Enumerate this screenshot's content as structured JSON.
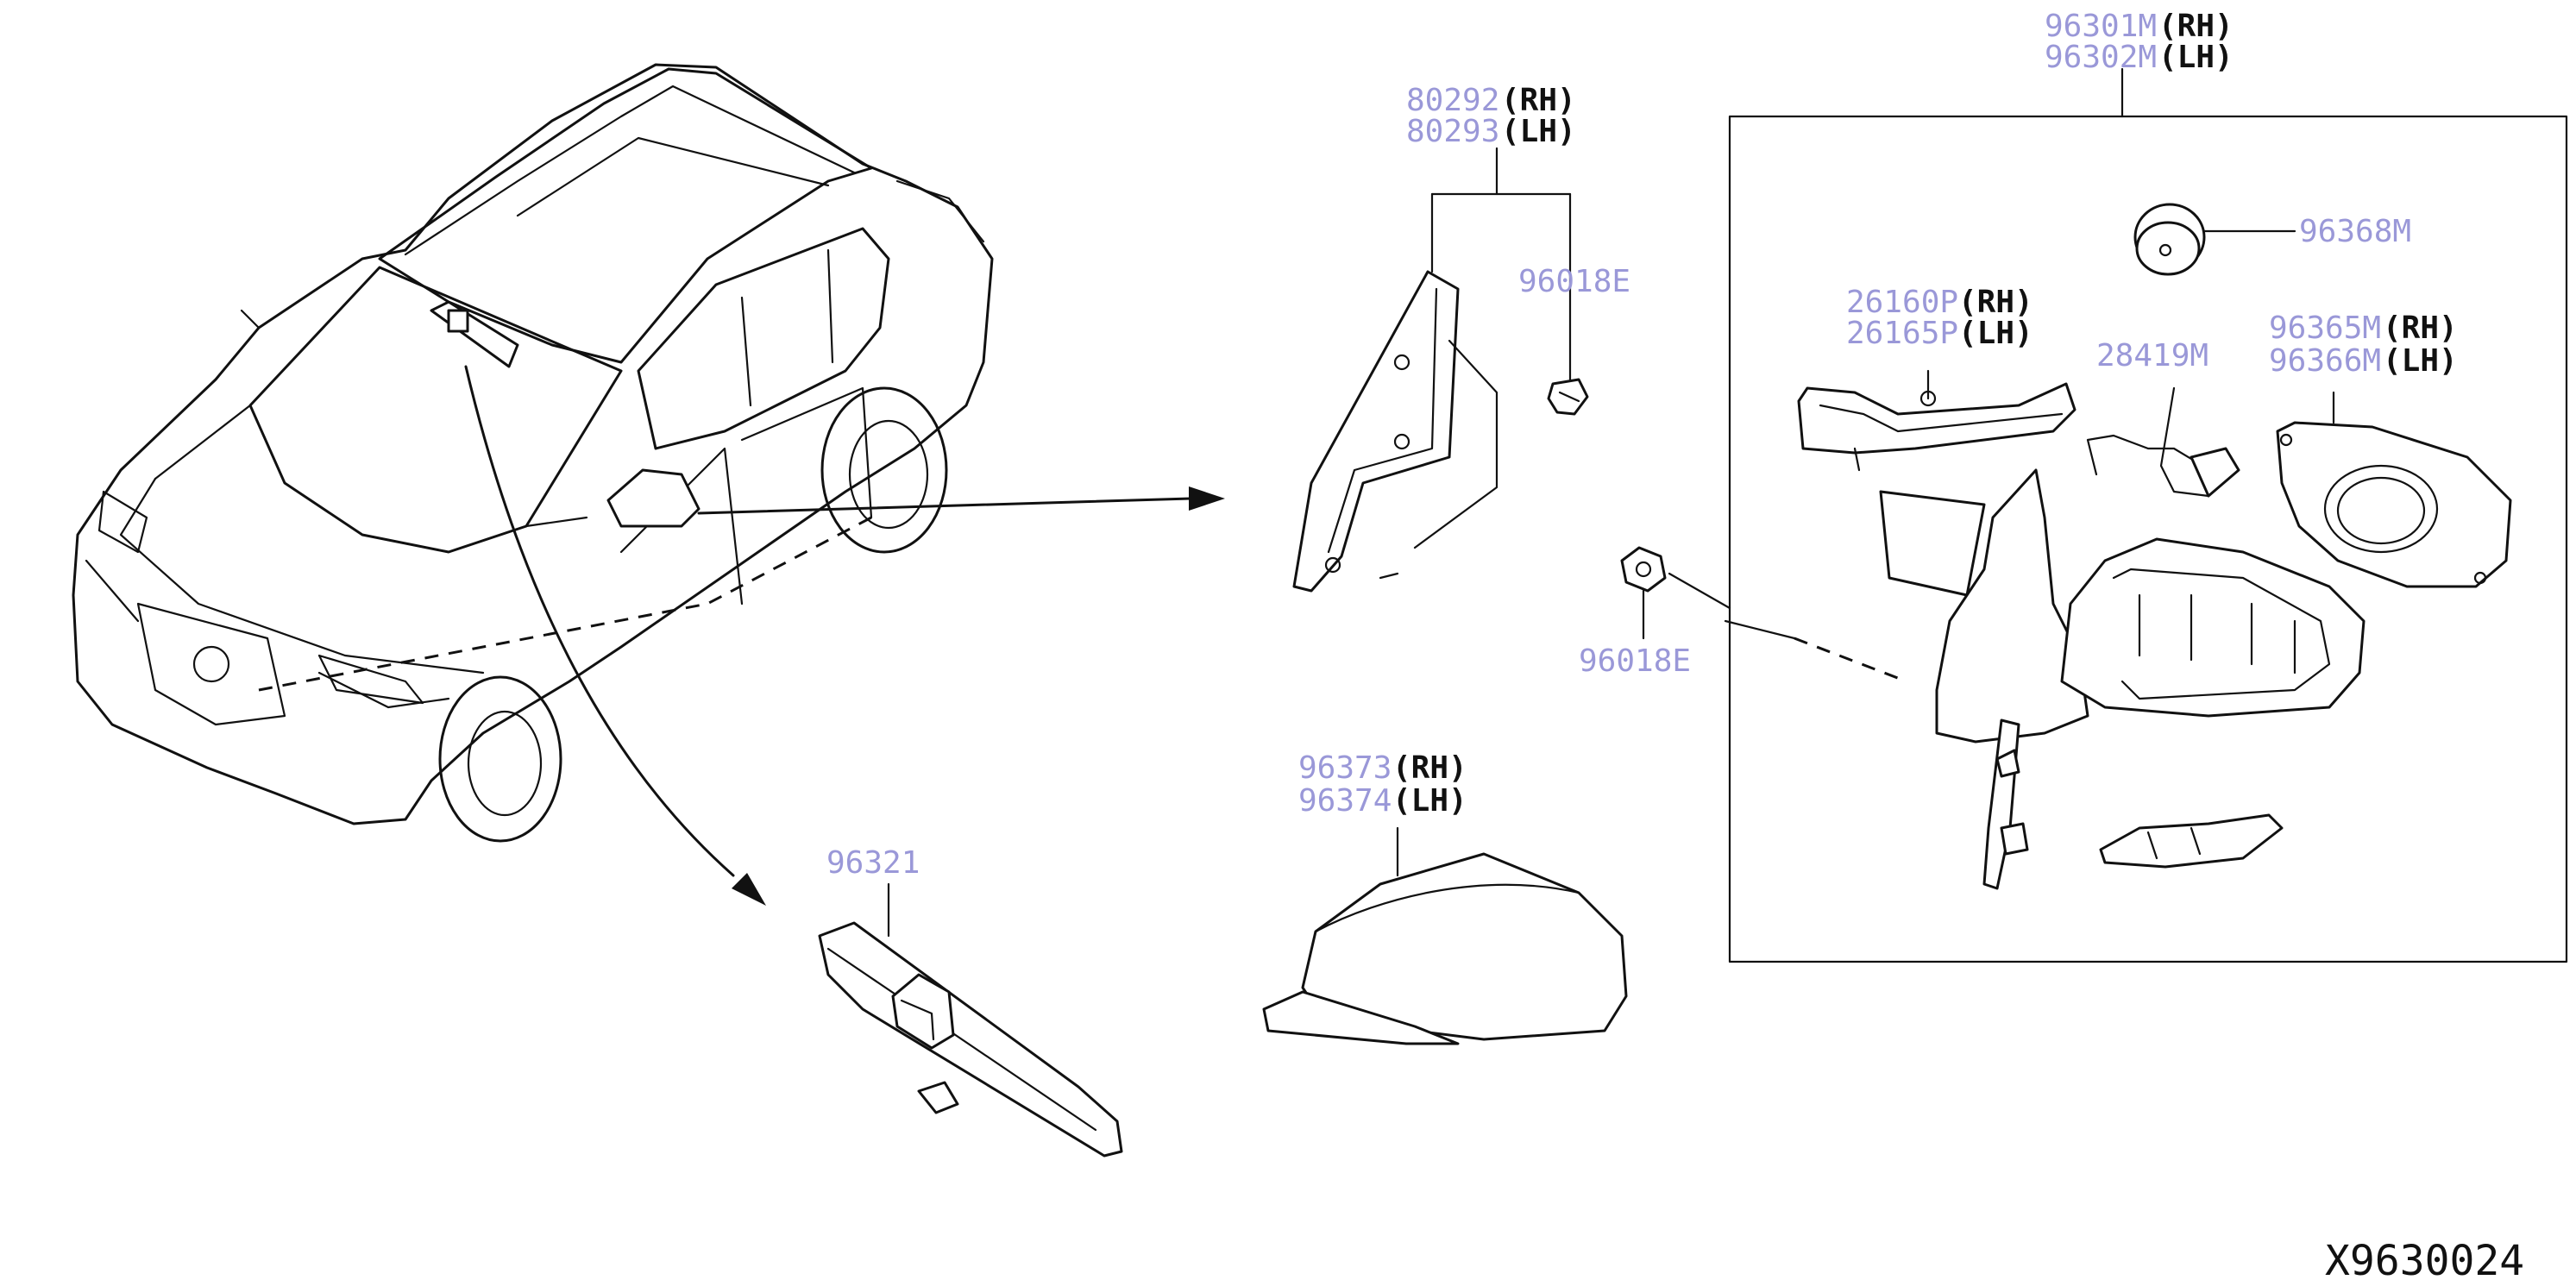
{
  "colors": {
    "line": "#111111",
    "part_number": "#9a98d8",
    "side_tag": "#111111",
    "background": "#ffffff"
  },
  "labels": {
    "door_mirror_assy": {
      "rh": {
        "num": "96301M",
        "side": "(RH)"
      },
      "lh": {
        "num": "96302M",
        "side": "(LH)"
      }
    },
    "mirror_base": {
      "rh": {
        "num": "80292",
        "side": "(RH)"
      },
      "lh": {
        "num": "80293",
        "side": "(LH)"
      }
    },
    "clip_base": {
      "num": "96018E"
    },
    "cover_plug": {
      "num": "96368M"
    },
    "turn_lamp": {
      "rh": {
        "num": "26160P",
        "side": "(RH)"
      },
      "lh": {
        "num": "26165P",
        "side": "(LH)"
      }
    },
    "harness": {
      "num": "28419M"
    },
    "mirror_glass": {
      "rh": {
        "num": "96365M",
        "side": "(RH)"
      },
      "lh": {
        "num": "96366M",
        "side": "(LH)"
      }
    },
    "mirror_cover": {
      "rh": {
        "num": "96373",
        "side": "(RH)"
      },
      "lh": {
        "num": "96374",
        "side": "(LH)"
      }
    },
    "inside_mirror": {
      "num": "96321"
    },
    "nut": {
      "num": "96018E"
    }
  },
  "diagram_code": "X9630024"
}
